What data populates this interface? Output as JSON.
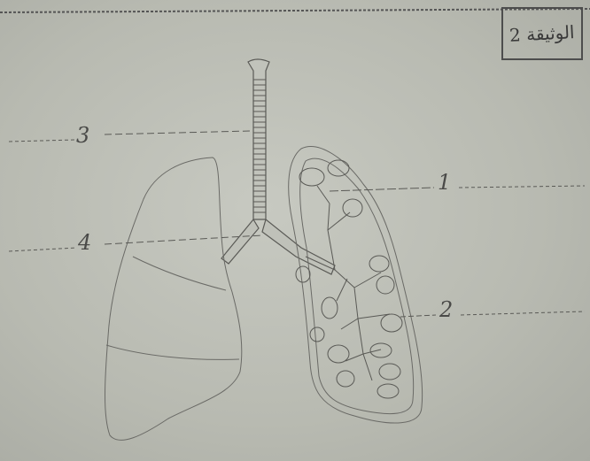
{
  "stamp": {
    "text": "الوثيقة 2"
  },
  "labels": [
    {
      "id": "1",
      "text": "1"
    },
    {
      "id": "2",
      "text": "2"
    },
    {
      "id": "3",
      "text": "3"
    },
    {
      "id": "4",
      "text": "4"
    }
  ],
  "colors": {
    "ink": "#5a5a56",
    "paper": "#c4c6be"
  }
}
